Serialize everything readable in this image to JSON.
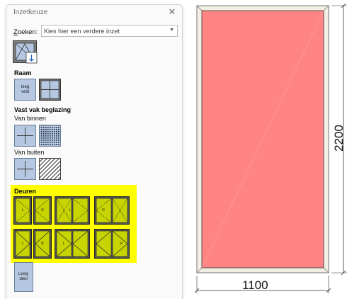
{
  "dialog": {
    "title": "Inzetkeuze",
    "close_icon": "close-icon"
  },
  "search": {
    "label_prefix": "Z",
    "label_rest": "oeken:",
    "placeholder": "Kies hier een verdere inzet",
    "dropdown_icon": "chevron-down-icon"
  },
  "sections": {
    "raam": "Raam",
    "vast": "Vast vak beglazing",
    "van_binnen": "Van binnen",
    "van_buiten": "Van buiten",
    "deuren": "Deuren"
  },
  "tiles": {
    "leeg_veld_line1": "leeg",
    "leeg_veld_line2": "veld",
    "leeg_deur_line1": "Leeg-",
    "leeg_deur_line2": "deur",
    "door_letters": [
      "L",
      "R",
      "L",
      "R",
      "L",
      "R",
      "L",
      "R"
    ]
  },
  "colors": {
    "tile_fill": "#b5c7e1",
    "door_fill": "#c8d400",
    "highlight": "#ffff00",
    "glass_red": "#ff8585"
  },
  "drawing": {
    "width_label": "1100",
    "height_label": "2200"
  }
}
